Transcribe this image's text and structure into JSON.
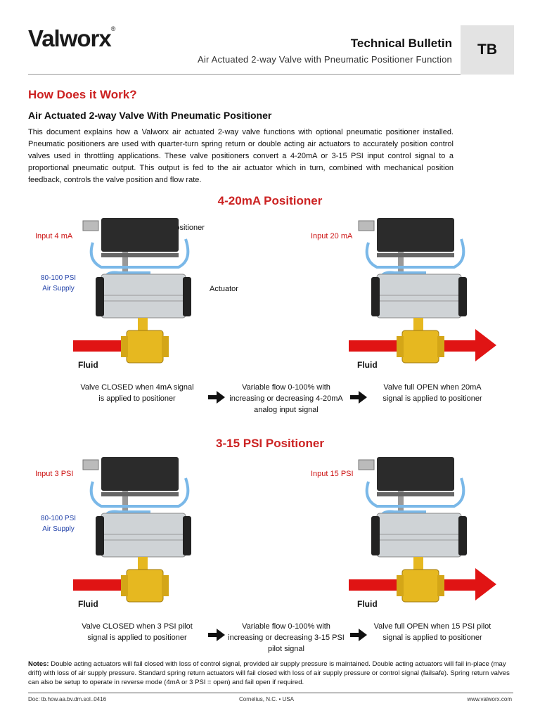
{
  "header": {
    "logo": "Valworx",
    "logo_mark": "®",
    "title": "Technical Bulletin",
    "subtitle": "Air Actuated 2-way Valve with Pneumatic Positioner Function",
    "badge": "TB"
  },
  "heading": "How Does it Work?",
  "subheading": "Air Actuated 2-way Valve With Pneumatic Positioner",
  "intro": "This document explains how a Valworx air actuated 2-way valve functions with optional pneumatic positioner installed. Pneumatic positioners are used with quarter-turn spring return or double acting air actuators to accurately position control valves used in throttling applications. These valve positioners convert a 4-20mA or 3-15 PSI input control signal to a proportional pneumatic output. This output is fed to the air actuator which in turn, combined with mechanical position feedback, controls the valve position and flow rate.",
  "sections": [
    {
      "title": "4-20mA Positioner",
      "left_input": "Input 4 mA",
      "right_input": "Input 20 mA",
      "supply_line1": "80-100 PSI",
      "supply_line2": "Air Supply",
      "positioner_label": "Positioner",
      "actuator_label": "Actuator",
      "fluid_left": "Fluid",
      "fluid_right": "Fluid",
      "caption_left": "Valve CLOSED when 4mA signal is applied to positioner",
      "caption_mid": "Variable flow 0-100% with increasing or decreasing 4-20mA analog input signal",
      "caption_right": "Valve full OPEN when 20mA signal is applied to positioner"
    },
    {
      "title": "3-15 PSI Positioner",
      "left_input": "Input 3 PSI",
      "right_input": "Input 15 PSI",
      "supply_line1": "80-100 PSI",
      "supply_line2": "Air Supply",
      "fluid_left": "Fluid",
      "fluid_right": "Fluid",
      "caption_left": "Valve CLOSED when 3 PSI pilot signal is applied to positioner",
      "caption_mid": "Variable flow 0-100% with increasing or decreasing 3-15 PSI pilot signal",
      "caption_right": "Valve full OPEN when 15 PSI pilot signal is applied to positioner"
    }
  ],
  "notes_label": "Notes:",
  "notes": "Double acting actuators will fail closed with loss of control signal, provided air supply pressure is maintained. Double acting actuators will fail in-place (may drift) with loss of air supply pressure. Standard spring return actuators will fail closed with loss of air supply pressure or control signal (failsafe). Spring return valves can also be setup to operate in reverse mode (4mA or 3 PSI = open) and fail open if required.",
  "footer": {
    "doc": "Doc: tb.how.aa.bv.dm.sol..0416",
    "location": "Cornelius, N.C.  •  USA",
    "website": "www.valworx.com"
  },
  "colors": {
    "heading_red": "#cc2222",
    "supply_blue": "#1f3fa8",
    "fluid_red": "#e01414",
    "brass": "#e6b820"
  }
}
